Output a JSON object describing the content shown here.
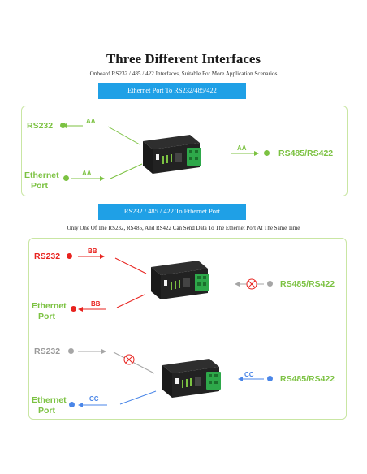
{
  "title": "Three Different Interfaces",
  "subtitle": "Onboard RS232 / 485 / 422 Interfaces, Suitable For More Application Scenarios",
  "section1": {
    "banner": "Ethernet Port To RS232/485/422",
    "rs232_label": "RS232",
    "ethernet_label_line1": "Ethernet",
    "ethernet_label_line2": "Port",
    "rs485_label": "RS485/RS422",
    "tag_rs232": "AA",
    "tag_ethernet": "AA",
    "tag_rs485": "AA"
  },
  "section2": {
    "banner": "RS232 / 485 / 422 To Ethernet Port",
    "note": "Only One Of The RS232, RS485, And RS422 Can Send Data To The Ethernet Port At The Same Time",
    "top": {
      "rs232_label": "RS232",
      "ethernet_label_line1": "Ethernet",
      "ethernet_label_line2": "Port",
      "rs485_label": "RS485/RS422",
      "tag_in": "BB",
      "tag_out": "BB"
    },
    "bottom": {
      "rs232_label": "RS232",
      "ethernet_label_line1": "Ethernet",
      "ethernet_label_line2": "Port",
      "rs485_label": "RS485/RS422",
      "tag_in": "CC",
      "tag_out": "CC"
    }
  },
  "colors": {
    "green": "#7cc242",
    "red": "#e8231f",
    "blue": "#4a86e8",
    "gray": "#a6a6a6",
    "banner": "#1fa0e6"
  },
  "icons": [
    "device-icon",
    "blocked-icon",
    "arrow-icon"
  ]
}
